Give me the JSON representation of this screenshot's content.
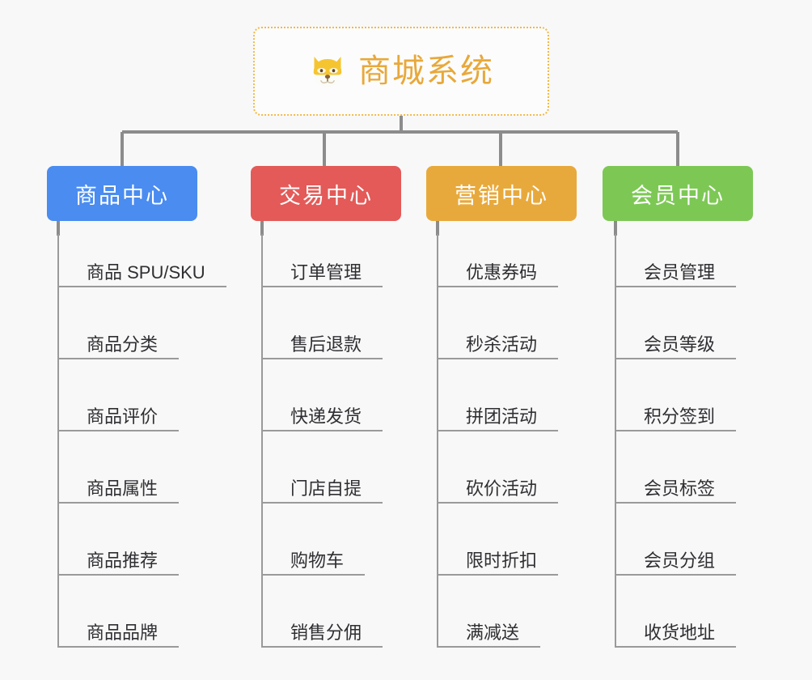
{
  "background_color": "#f8f8f8",
  "root": {
    "title": "商城系统",
    "icon": "shiba-dog-face-icon",
    "text_color": "#e8a83a",
    "border_color": "#f2b949",
    "border_style": "dotted"
  },
  "connector_color": "#8c8c8c",
  "branches": [
    {
      "label": "商品中心",
      "color": "#4a8cf0",
      "items": [
        "商品 SPU/SKU",
        "商品分类",
        "商品评价",
        "商品属性",
        "商品推荐",
        "商品品牌"
      ]
    },
    {
      "label": "交易中心",
      "color": "#e35a58",
      "items": [
        "订单管理",
        "售后退款",
        "快递发货",
        "门店自提",
        "购物车",
        "销售分佣"
      ]
    },
    {
      "label": "营销中心",
      "color": "#e8a93c",
      "items": [
        "优惠券码",
        "秒杀活动",
        "拼团活动",
        "砍价活动",
        "限时折扣",
        "满减送"
      ]
    },
    {
      "label": "会员中心",
      "color": "#7dc855",
      "items": [
        "会员管理",
        "会员等级",
        "积分签到",
        "会员标签",
        "会员分组",
        "收货地址"
      ]
    }
  ]
}
